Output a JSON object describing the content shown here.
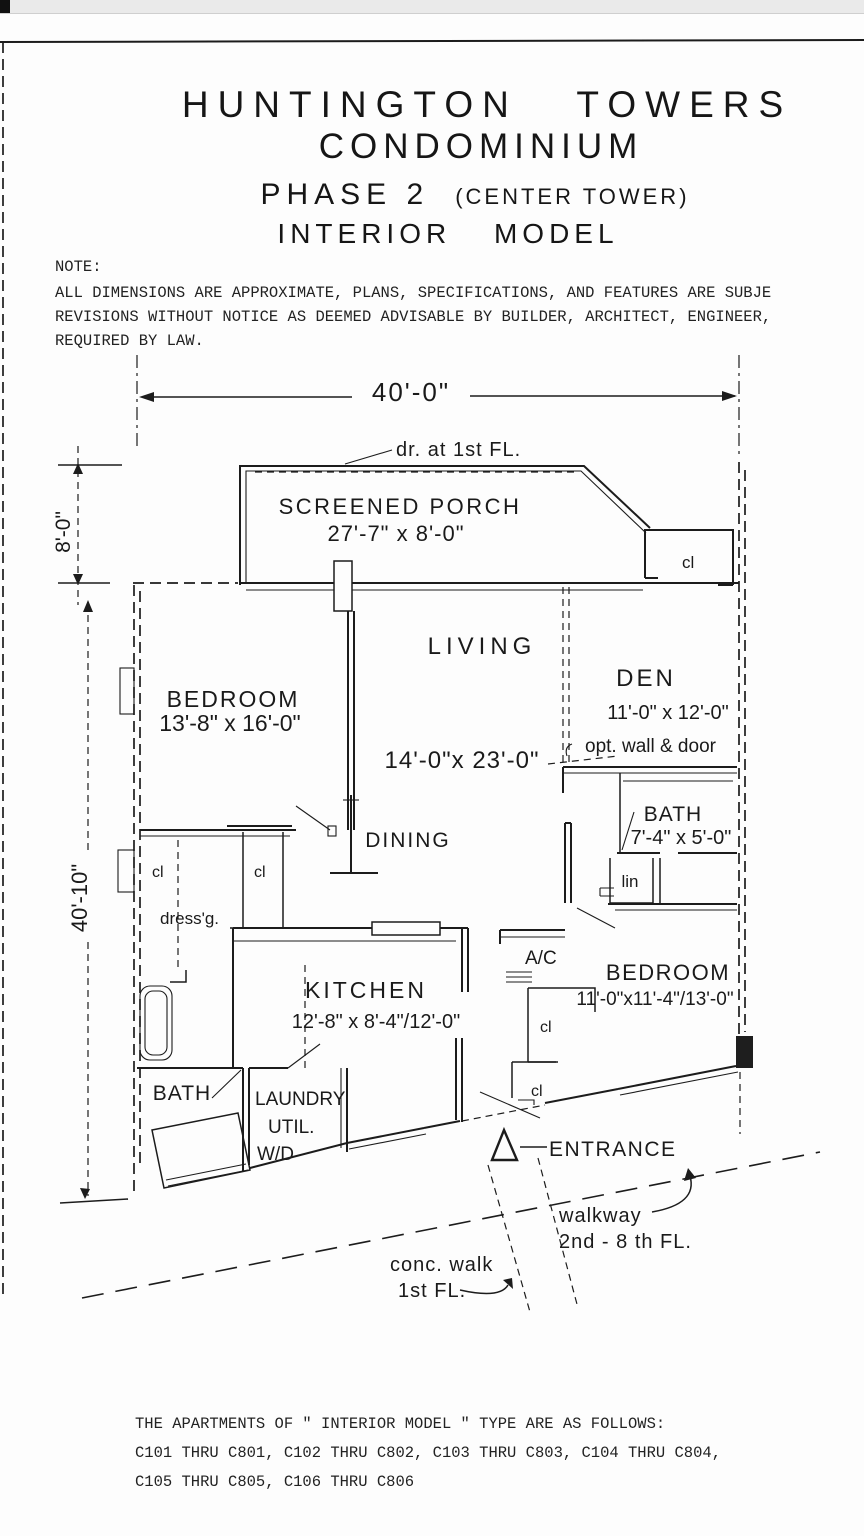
{
  "header": {
    "title_line1": "HUNTINGTON  TOWERS",
    "title_line2": "CONDOMINIUM",
    "title_phase": "PHASE 2",
    "title_phase_suffix": "(CENTER TOWER)",
    "title_line4": "INTERIOR   MODEL"
  },
  "note": {
    "heading": "NOTE:",
    "lines": [
      "ALL DIMENSIONS ARE APPROXIMATE, PLANS, SPECIFICATIONS, AND FEATURES ARE SUBJE",
      "REVISIONS WITHOUT NOTICE AS DEEMED ADVISABLE BY BUILDER, ARCHITECT, ENGINEER,",
      "REQUIRED BY LAW."
    ]
  },
  "plan": {
    "dimensions": {
      "overall_width": "40'-0\"",
      "porch_depth": "8'-0\"",
      "overall_depth": "40'-10\""
    },
    "rooms": {
      "screened_porch": {
        "name": "SCREENED PORCH",
        "size": "27'-7\" x 8'-0\""
      },
      "living": {
        "name": "LIVING",
        "size": "14'-0\"x 23'-0\""
      },
      "den": {
        "name": "DEN",
        "size": "11'-0\" x 12'-0\""
      },
      "bedroom1": {
        "name": "BEDROOM",
        "size": "13'-8\" x 16'-0\""
      },
      "dining": {
        "name": "DINING"
      },
      "kitchen": {
        "name": "KITCHEN",
        "size": "12'-8\" x 8'-4\"/12'-0\""
      },
      "bath_master": {
        "name": "BATH",
        "size": "7'-4\" x 5'-0\""
      },
      "bedroom2": {
        "name": "BEDROOM",
        "size": "11'-0\"x11'-4\"/13'-0\""
      },
      "bath_hall": {
        "name": "BATH"
      },
      "laundry": {
        "name": "LAUNDRY",
        "line2": "UTIL.",
        "line3": "W/D"
      }
    },
    "labels": {
      "door_1st_fl": "dr. at 1st FL.",
      "opt_wall_door": "opt. wall & door",
      "dressing": "dress'g.",
      "linen": "lin",
      "ac": "A/C",
      "closet": "cl",
      "entrance": "ENTRANCE",
      "walkway_1": "walkway",
      "walkway_2": "2nd - 8 th FL.",
      "conc_walk_1": "conc. walk",
      "conc_walk_2": "1st FL."
    }
  },
  "footer": {
    "lines": [
      "THE APARTMENTS OF \" INTERIOR MODEL \" TYPE ARE AS FOLLOWS:",
      "C101 THRU C801, C102 THRU C802, C103 THRU C803, C104 THRU C804,",
      "C105 THRU C805, C106 THRU C806"
    ]
  }
}
